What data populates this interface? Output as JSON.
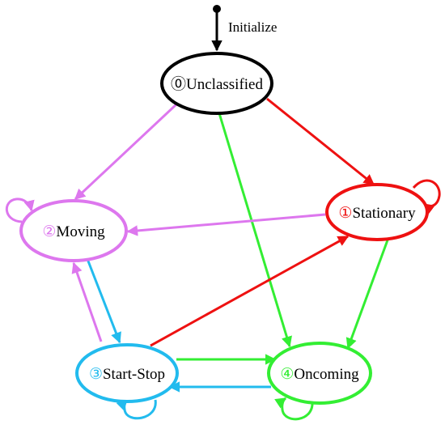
{
  "init_label": "Initialize",
  "colors": {
    "black": "#000000",
    "red": "#ee1111",
    "magenta": "#dd77ee",
    "cyan": "#22bbee",
    "green": "#33ee33"
  },
  "states": {
    "unclassified": {
      "number": "⓪",
      "name": "Unclassified",
      "color": "#000000"
    },
    "stationary": {
      "number": "①",
      "name": "Stationary",
      "color": "#ee1111"
    },
    "moving": {
      "number": "②",
      "name": "Moving",
      "color": "#dd77ee"
    },
    "startstop": {
      "number": "③",
      "name": "Start-Stop",
      "color": "#22bbee"
    },
    "oncoming": {
      "number": "④",
      "name": "Oncoming",
      "color": "#33ee33"
    }
  },
  "transitions": [
    {
      "from": "initial",
      "to": "unclassified"
    },
    {
      "from": "unclassified",
      "to": "stationary"
    },
    {
      "from": "unclassified",
      "to": "moving"
    },
    {
      "from": "unclassified",
      "to": "oncoming"
    },
    {
      "from": "stationary",
      "to": "stationary"
    },
    {
      "from": "stationary",
      "to": "moving"
    },
    {
      "from": "stationary",
      "to": "oncoming"
    },
    {
      "from": "moving",
      "to": "moving"
    },
    {
      "from": "moving",
      "to": "startstop"
    },
    {
      "from": "startstop",
      "to": "moving"
    },
    {
      "from": "startstop",
      "to": "stationary"
    },
    {
      "from": "startstop",
      "to": "oncoming"
    },
    {
      "from": "startstop",
      "to": "startstop"
    },
    {
      "from": "oncoming",
      "to": "startstop"
    },
    {
      "from": "oncoming",
      "to": "oncoming"
    }
  ]
}
